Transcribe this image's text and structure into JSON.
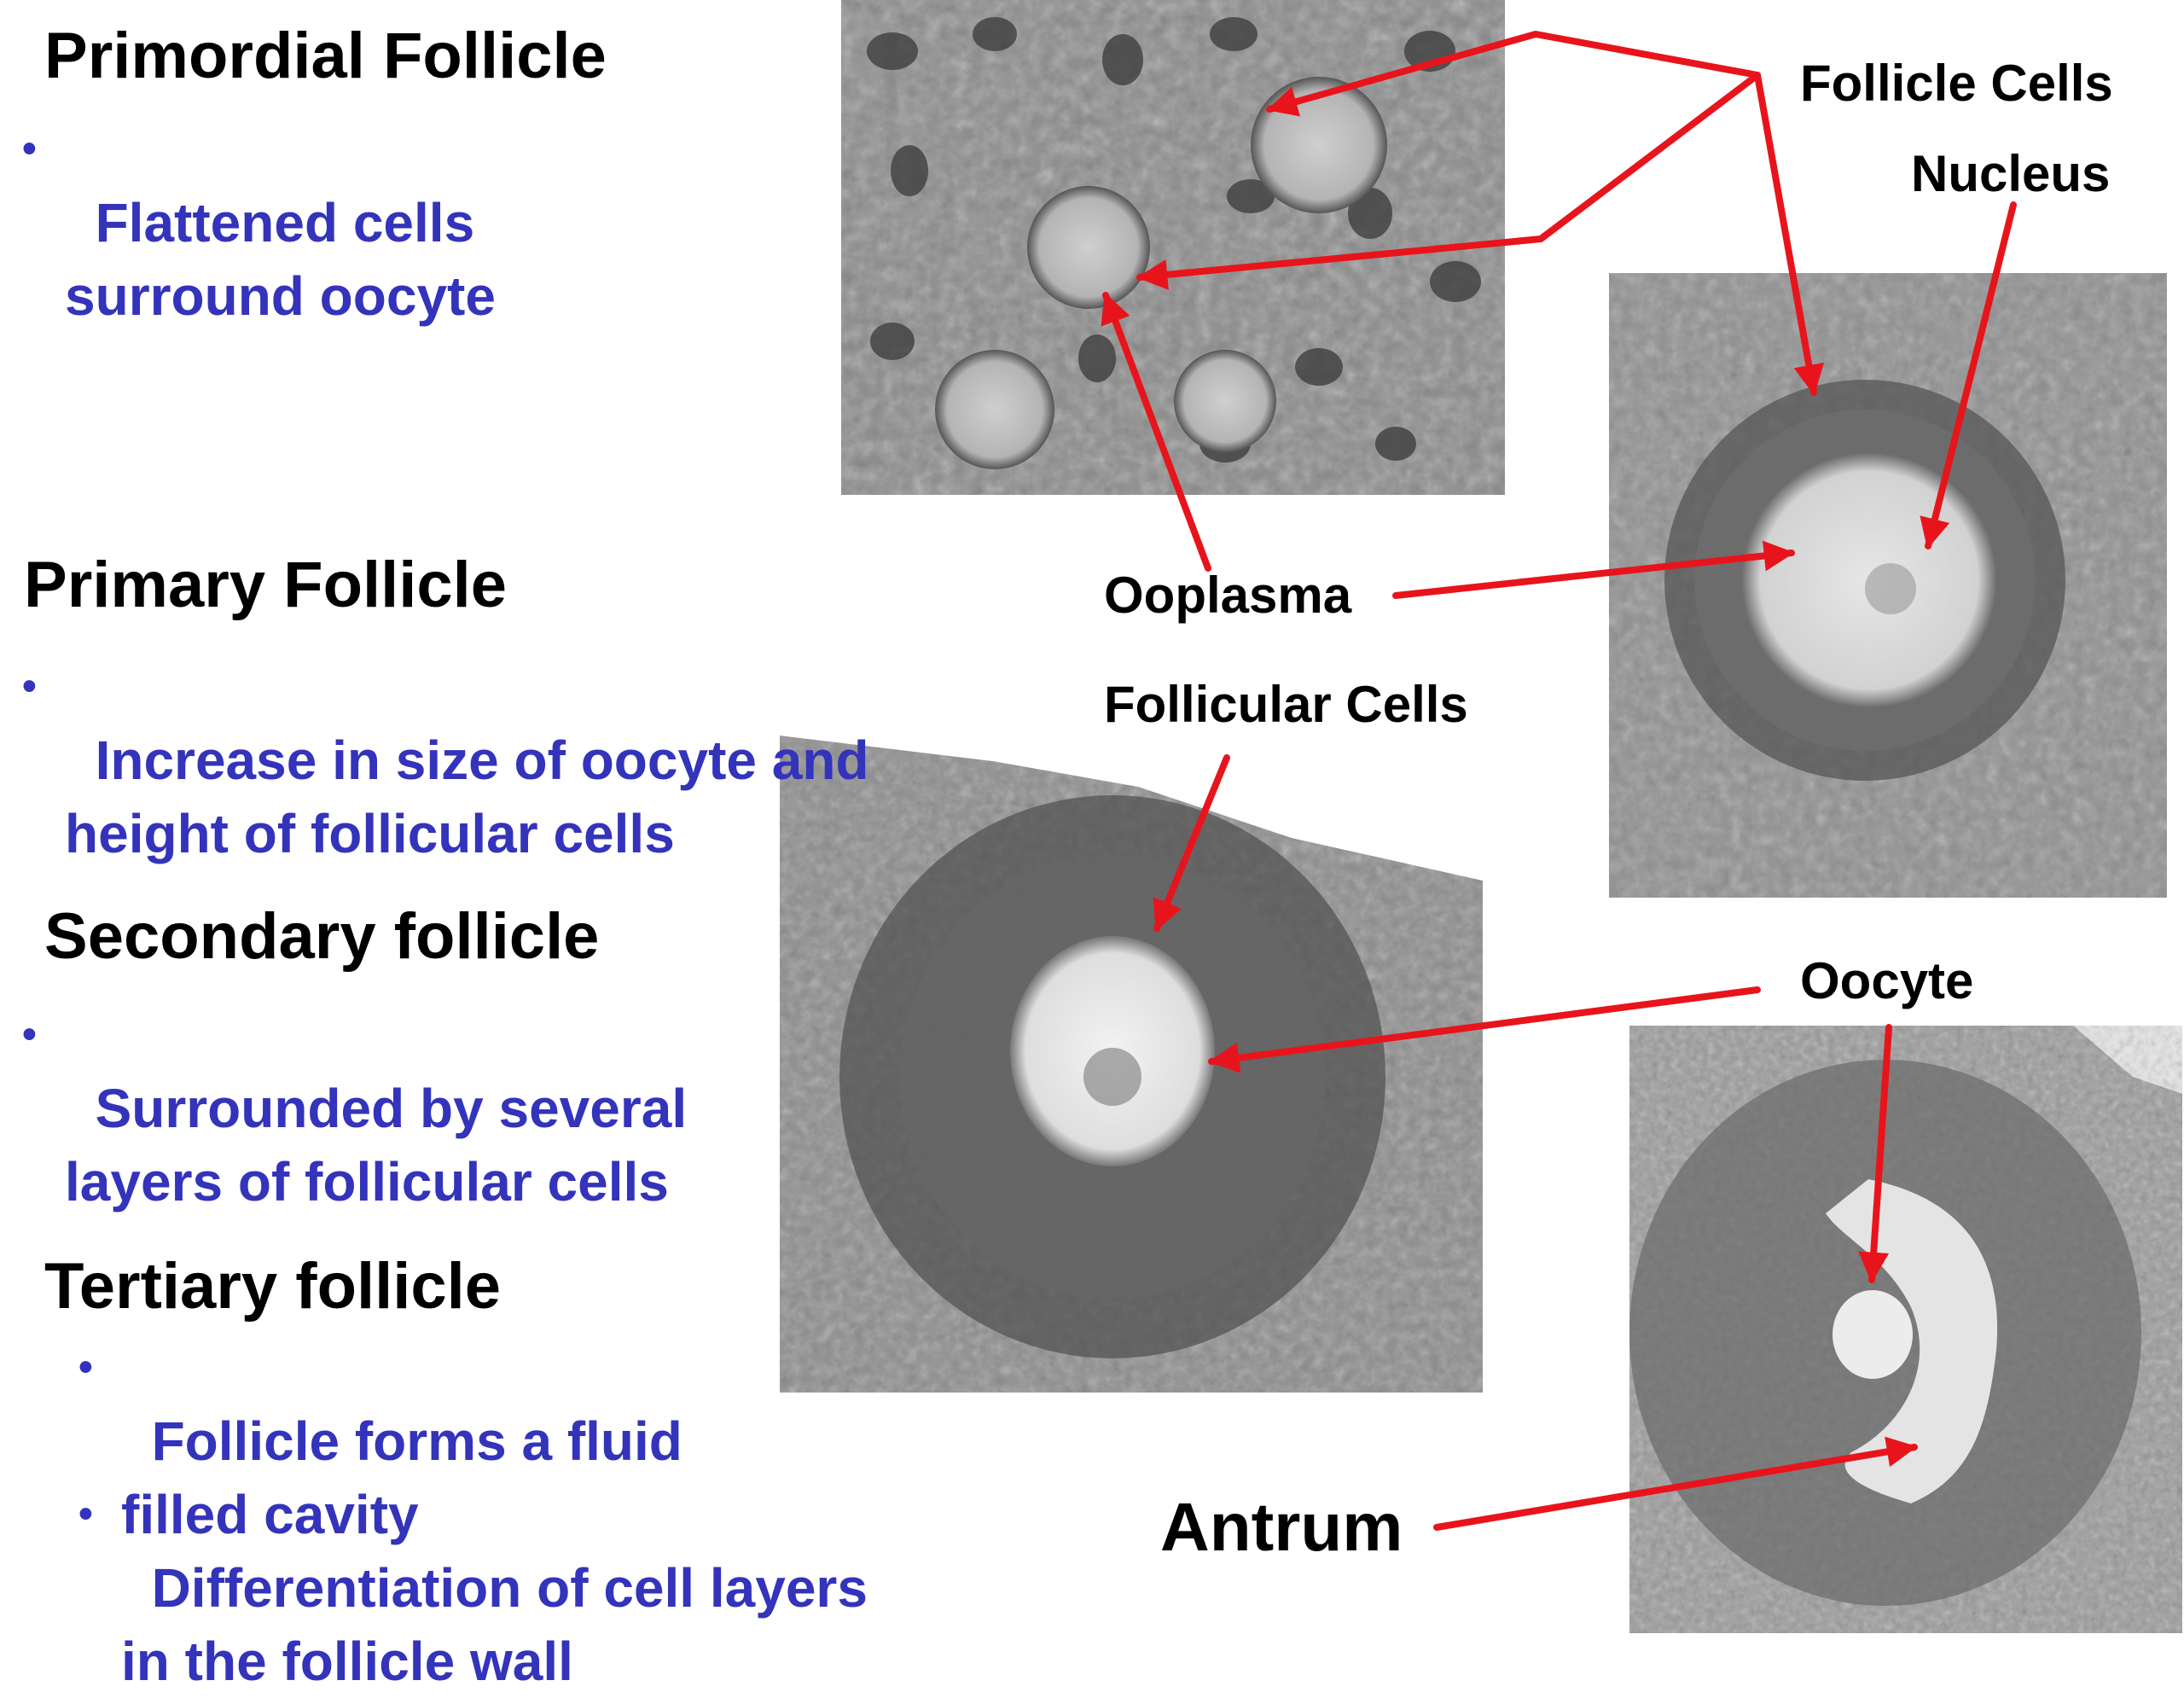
{
  "sections": {
    "primordial": {
      "heading": "Primordial Follicle",
      "bullets": [
        "Flattened cells\nsurround oocyte"
      ]
    },
    "primary": {
      "heading": "Primary Follicle",
      "bullets": [
        "Increase in size of oocyte and\nheight of follicular cells"
      ]
    },
    "secondary": {
      "heading": "Secondary follicle",
      "bullets": [
        "Surrounded by several\nlayers of follicular cells"
      ]
    },
    "tertiary": {
      "heading": "Tertiary follicle",
      "bullets": [
        "Follicle forms a fluid\nfilled cavity",
        "Differentiation of cell layers\nin the follicle wall"
      ]
    }
  },
  "labels": {
    "follicle_cells": "Follicle Cells",
    "nucleus": "Nucleus",
    "ooplasma": "Ooplasma",
    "follicular_cells": "Follicular Cells",
    "oocyte": "Oocyte",
    "antrum": "Antrum"
  },
  "colors": {
    "heading": "#000000",
    "bullet_text": "#3333bb",
    "arrow": "#e8141c"
  },
  "images": [
    {
      "name": "primordial-follicle-micrograph",
      "type": "grayscale histology"
    },
    {
      "name": "primary-follicle-micrograph",
      "type": "grayscale histology"
    },
    {
      "name": "secondary-follicle-micrograph",
      "type": "grayscale histology"
    },
    {
      "name": "tertiary-follicle-micrograph",
      "type": "grayscale histology"
    }
  ]
}
